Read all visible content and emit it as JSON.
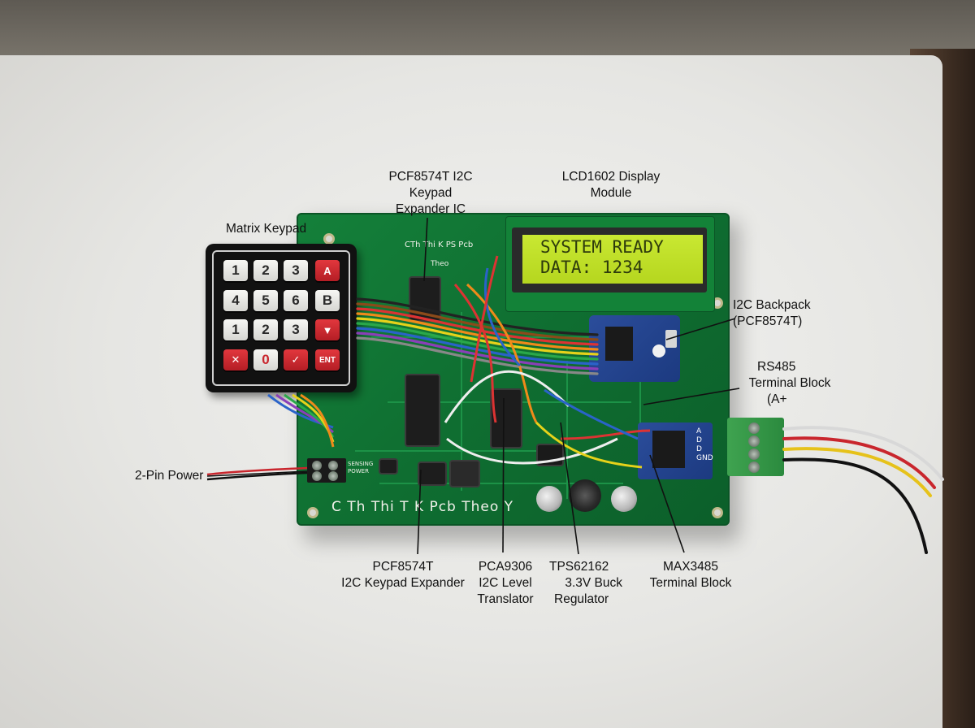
{
  "labels": {
    "matrix_keypad": "Matrix Keypad",
    "pcf_top_1": "PCF8574T I2C",
    "pcf_top_2": "Keypad",
    "pcf_top_3": "Expander IC",
    "lcd_1": "LCD1602 Display",
    "lcd_2": "Module",
    "backpack_1": "I2C Backpack",
    "backpack_2": "(PCF8574T)",
    "rs485_1": "RS485",
    "rs485_2": "Terminal Block",
    "rs485_3": "(A+",
    "power": "2-Pin Power",
    "pcf_bottom_1": "PCF8574T",
    "pcf_bottom_2": "I2C Keypad Expander",
    "pca_1": "PCA9306",
    "pca_2": "I2C Level",
    "pca_3": "Translator",
    "tps_1": "TPS62162",
    "tps_2": "3.3V Buck",
    "tps_3": "Regulator",
    "max_1": "MAX3485",
    "max_2": "Terminal Block"
  },
  "lcd": {
    "line1": "SYSTEM READY",
    "line2": "DATA: 1234"
  },
  "silkscreen": {
    "bottom": "C Th Thi T K Pcb Theo Y",
    "top": "CTh Thi K PS Pcb",
    "theo": "Theo",
    "sensing": "SENSING\nPOWER"
  },
  "keypad": {
    "row1": [
      "1",
      "2",
      "3",
      "A"
    ],
    "row2": [
      "4",
      "5",
      "6",
      "B"
    ],
    "row3": [
      "1",
      "2",
      "3",
      "▼"
    ],
    "row4": [
      "✕",
      "0",
      "✓",
      "ENT"
    ]
  },
  "terminal_pins": [
    "A",
    "D",
    "D",
    "GND"
  ],
  "colors": {
    "pcb_green": "#0f6e31",
    "lcd_green": "#c1e02a",
    "module_blue": "#1c3a80",
    "key_red": "#c9262d"
  }
}
